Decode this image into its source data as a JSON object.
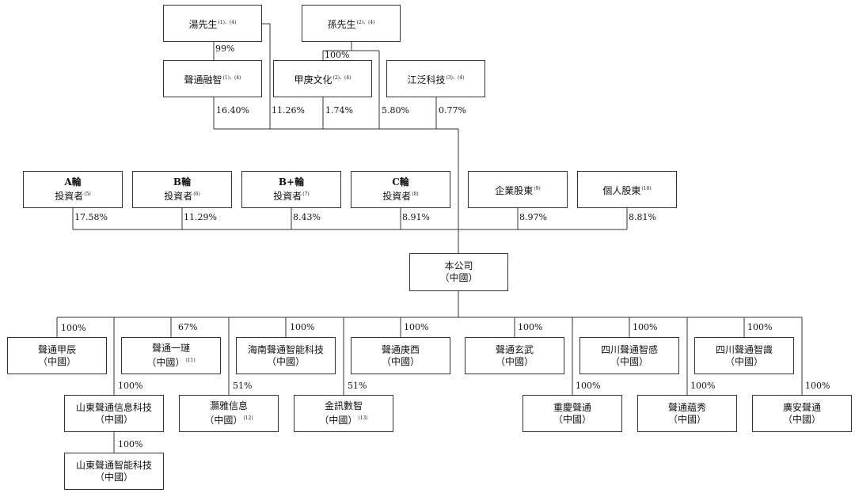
{
  "diagram": {
    "boxes": {
      "tang": {
        "label": "湯先生",
        "note": "(1)、(4)"
      },
      "sun": {
        "label": "孫先生",
        "note": "(2)、(4)"
      },
      "shengtong_rongzhi": {
        "label": "聲通融智",
        "note": "(1)、(4)"
      },
      "jiageng_wenhua": {
        "label": "甲庚文化",
        "note": "(2)、(4)"
      },
      "jiangfan_keji": {
        "label": "江泛科技",
        "note": "(3)、(4)"
      },
      "a_round": {
        "line1": "A輪",
        "line2": "投資者",
        "note": "(5)"
      },
      "b_round": {
        "line1": "B輪",
        "line2": "投資者",
        "note": "(6)"
      },
      "bplus_round": {
        "line1": "B+輪",
        "line2": "投資者",
        "note": "(7)"
      },
      "c_round": {
        "line1": "C輪",
        "line2": "投資者",
        "note": "(8)"
      },
      "corporate": {
        "label": "企業股東",
        "note": "(9)"
      },
      "individual": {
        "label": "個人股東",
        "note": "(10)"
      },
      "company": {
        "line1": "本公司",
        "line2": "（中國）"
      },
      "sub1": {
        "line1": "聲通甲辰",
        "line2": "（中國）"
      },
      "sub2": {
        "line1": "聲通一璉",
        "line2": "（中國）",
        "note": "(11)"
      },
      "sub3": {
        "line1": "海南聲通智能科技",
        "line2": "（中國）"
      },
      "sub4": {
        "line1": "聲通庚西",
        "line2": "（中國）"
      },
      "sub5": {
        "line1": "聲通玄武",
        "line2": "（中國）"
      },
      "sub6": {
        "line1": "四川聲通智感",
        "line2": "（中國）"
      },
      "sub7": {
        "line1": "四川聲通智識",
        "line2": "（中國）"
      },
      "sub8": {
        "line1": "山東聲通信息科技",
        "line2": "（中國）"
      },
      "sub9": {
        "line1": "灝雅信息",
        "line2": "（中國）",
        "note": "(12)"
      },
      "sub10": {
        "line1": "金訊數智",
        "line2": "（中國）",
        "note": "(13)"
      },
      "sub11": {
        "line1": "重慶聲通",
        "line2": "（中國）"
      },
      "sub12": {
        "line1": "聲通藴秀",
        "line2": "（中國）"
      },
      "sub13": {
        "line1": "廣安聲通",
        "line2": "（中國）"
      },
      "sub14": {
        "line1": "山東聲通智能科技",
        "line2": "（中國）"
      }
    },
    "percentages": {
      "tang_rongzhi": "99%",
      "sun_jiageng": "100%",
      "rongzhi_company": "16.40%",
      "tang_company": "11.26%",
      "jiageng_company": "1.74%",
      "sun_company": "5.80%",
      "jiangfan_company": "0.77%",
      "a_round": "17.58%",
      "b_round": "11.29%",
      "bplus_round": "8.43%",
      "c_round": "8.91%",
      "corporate": "8.97%",
      "individual": "8.81%",
      "sub1": "100%",
      "sub2": "67%",
      "sub3": "100%",
      "sub4": "100%",
      "sub5": "100%",
      "sub6": "100%",
      "sub7": "100%",
      "sub8": "100%",
      "sub9": "51%",
      "sub10": "51%",
      "sub11": "100%",
      "sub12": "100%",
      "sub13": "100%",
      "sub14": "100%"
    }
  }
}
